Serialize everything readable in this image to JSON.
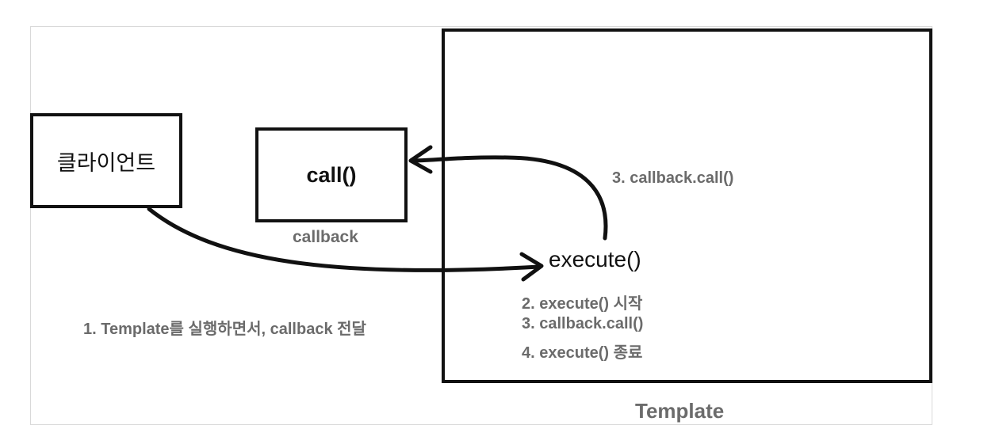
{
  "client": {
    "label": "클라이언트"
  },
  "callback": {
    "method": "call()",
    "caption": "callback"
  },
  "template": {
    "caption": "Template",
    "method": "execute()",
    "steps": [
      "2. execute() 시작",
      "3. callback.call()",
      "4. execute() 종료"
    ]
  },
  "arrows": {
    "client_to_execute": "1. Template를 실행하면서, callback 전달",
    "execute_to_call": "3. callback.call()"
  }
}
